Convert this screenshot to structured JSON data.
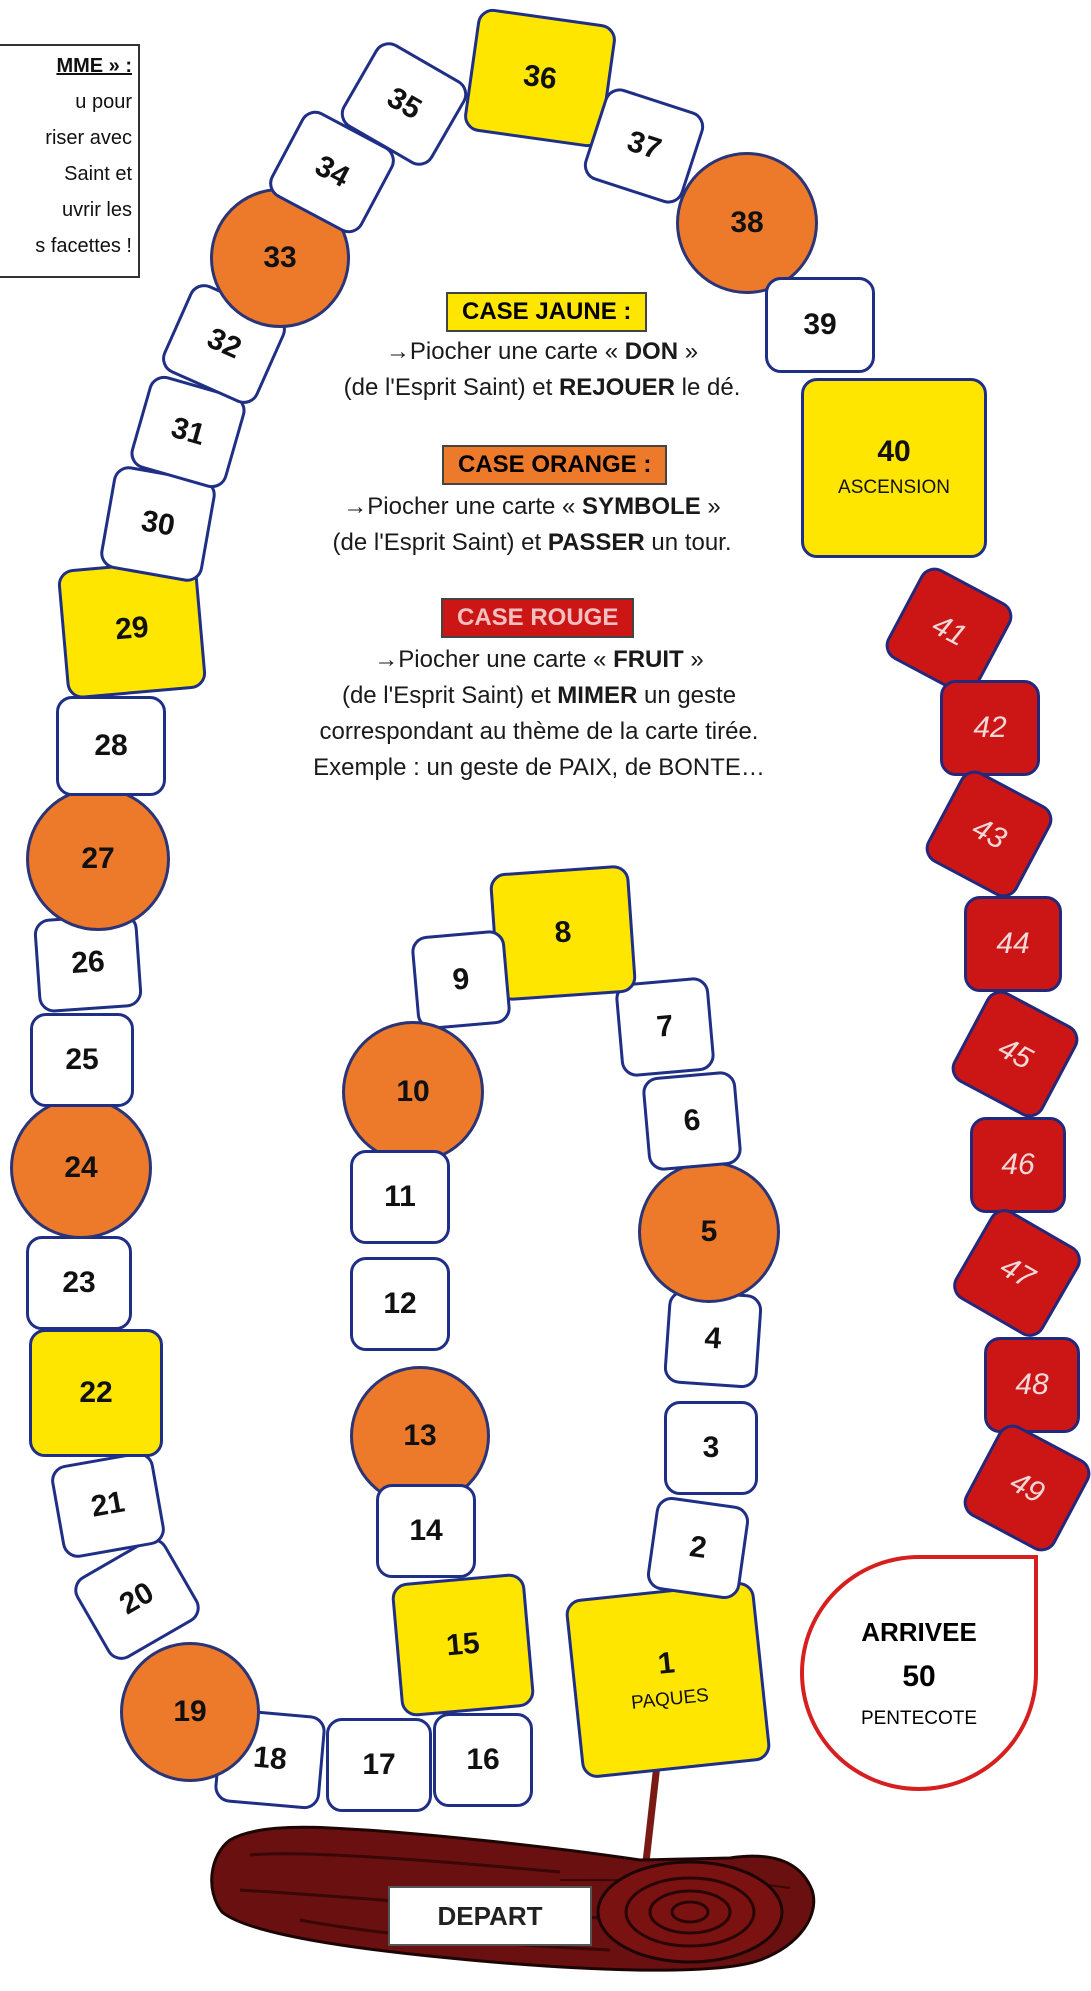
{
  "intro": {
    "lines": [
      "MME » :",
      "u pour",
      "riser avec",
      "Saint et",
      "uvrir les",
      "s facettes !"
    ]
  },
  "rules": {
    "yellow": {
      "label": "CASE JAUNE :",
      "line1_pre": "→Piocher une carte « ",
      "line1_bold": "DON",
      "line1_post": " »",
      "line2_pre": "(de l'Esprit Saint) et ",
      "line2_bold": "REJOUER",
      "line2_post": " le dé."
    },
    "orange": {
      "label": "CASE ORANGE :",
      "line1_pre": "→Piocher une carte « ",
      "line1_bold": "SYMBOLE",
      "line1_post": " »",
      "line2_pre": "(de l'Esprit Saint) et ",
      "line2_bold": "PASSER",
      "line2_post": "  un tour."
    },
    "red": {
      "label": "CASE ROUGE",
      "line1_pre": "→Piocher une carte « ",
      "line1_bold": "FRUIT",
      "line1_post": " »",
      "line2_pre": "(de l'Esprit Saint) et ",
      "line2_bold": "MIMER",
      "line2_post": " un geste",
      "line3": "correspondant au thème de la carte tirée.",
      "line4": "Exemple : un geste de PAIX, de BONTE…"
    }
  },
  "colors": {
    "yellow": "#ffe600",
    "orange": "#ec7a2a",
    "red": "#cc1616",
    "white": "#ffffff",
    "border": "#1f2f86",
    "log": "#6b1010"
  },
  "cells": [
    {
      "n": "1",
      "sub": "PAQUES",
      "color": "yellow"
    },
    {
      "n": "2",
      "color": "white"
    },
    {
      "n": "3",
      "color": "white"
    },
    {
      "n": "4",
      "color": "white"
    },
    {
      "n": "5",
      "color": "orange"
    },
    {
      "n": "6",
      "color": "white"
    },
    {
      "n": "7",
      "color": "white"
    },
    {
      "n": "8",
      "color": "yellow"
    },
    {
      "n": "9",
      "color": "white"
    },
    {
      "n": "10",
      "color": "orange"
    },
    {
      "n": "11",
      "color": "white"
    },
    {
      "n": "12",
      "color": "white"
    },
    {
      "n": "13",
      "color": "orange"
    },
    {
      "n": "14",
      "color": "white"
    },
    {
      "n": "15",
      "color": "yellow"
    },
    {
      "n": "16",
      "color": "white"
    },
    {
      "n": "17",
      "color": "white"
    },
    {
      "n": "18",
      "color": "white"
    },
    {
      "n": "19",
      "color": "orange"
    },
    {
      "n": "20",
      "color": "white"
    },
    {
      "n": "21",
      "color": "white"
    },
    {
      "n": "22",
      "color": "yellow"
    },
    {
      "n": "23",
      "color": "white"
    },
    {
      "n": "24",
      "color": "orange"
    },
    {
      "n": "25",
      "color": "white"
    },
    {
      "n": "26",
      "color": "white"
    },
    {
      "n": "27",
      "color": "orange"
    },
    {
      "n": "28",
      "color": "white"
    },
    {
      "n": "29",
      "color": "yellow"
    },
    {
      "n": "30",
      "color": "white"
    },
    {
      "n": "31",
      "color": "white"
    },
    {
      "n": "32",
      "color": "white"
    },
    {
      "n": "33",
      "color": "orange"
    },
    {
      "n": "34",
      "color": "white"
    },
    {
      "n": "35",
      "color": "white"
    },
    {
      "n": "36",
      "color": "yellow"
    },
    {
      "n": "37",
      "color": "white"
    },
    {
      "n": "38",
      "color": "orange"
    },
    {
      "n": "39",
      "color": "white"
    },
    {
      "n": "40",
      "sub": "ASCENSION",
      "color": "yellow"
    },
    {
      "n": "41",
      "color": "red"
    },
    {
      "n": "42",
      "color": "red"
    },
    {
      "n": "43",
      "color": "red"
    },
    {
      "n": "44",
      "color": "red"
    },
    {
      "n": "45",
      "color": "red"
    },
    {
      "n": "46",
      "color": "red"
    },
    {
      "n": "47",
      "color": "red"
    },
    {
      "n": "48",
      "color": "red"
    },
    {
      "n": "49",
      "color": "red"
    }
  ],
  "arrivee": {
    "title": "ARRIVEE",
    "number": "50",
    "subtitle": "PENTECOTE"
  },
  "depart": {
    "label": "DEPART"
  }
}
